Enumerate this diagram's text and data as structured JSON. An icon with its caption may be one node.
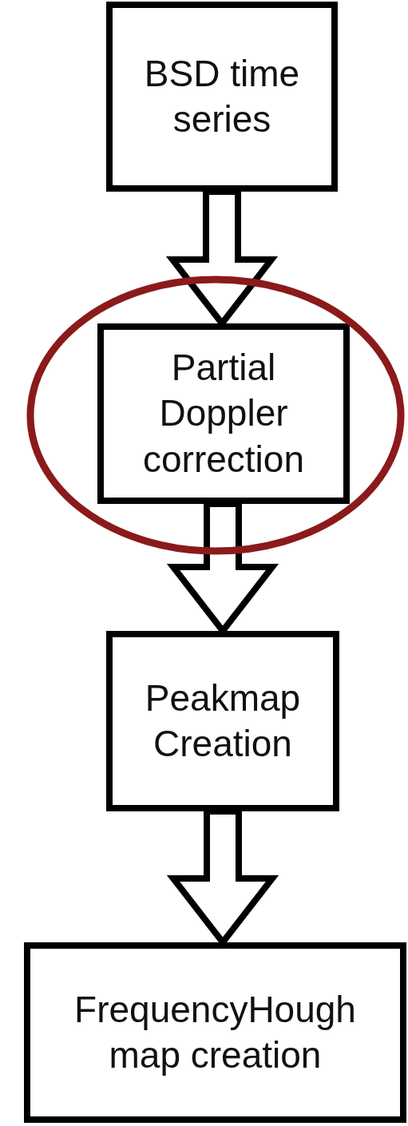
{
  "diagram": {
    "nodes": [
      {
        "text": [
          "BSD time series"
        ]
      },
      {
        "text": [
          "Partial Doppler correction"
        ]
      },
      {
        "text": [
          "Peakmap Creation"
        ]
      },
      {
        "text": [
          "FrequencyHough map creation"
        ]
      }
    ],
    "edges": [
      {
        "from": 0,
        "to": 1,
        "arrow": "to"
      },
      {
        "from": 1,
        "to": 2,
        "arrow": "to"
      },
      {
        "from": 2,
        "to": 3,
        "arrow": "to"
      }
    ]
  }
}
